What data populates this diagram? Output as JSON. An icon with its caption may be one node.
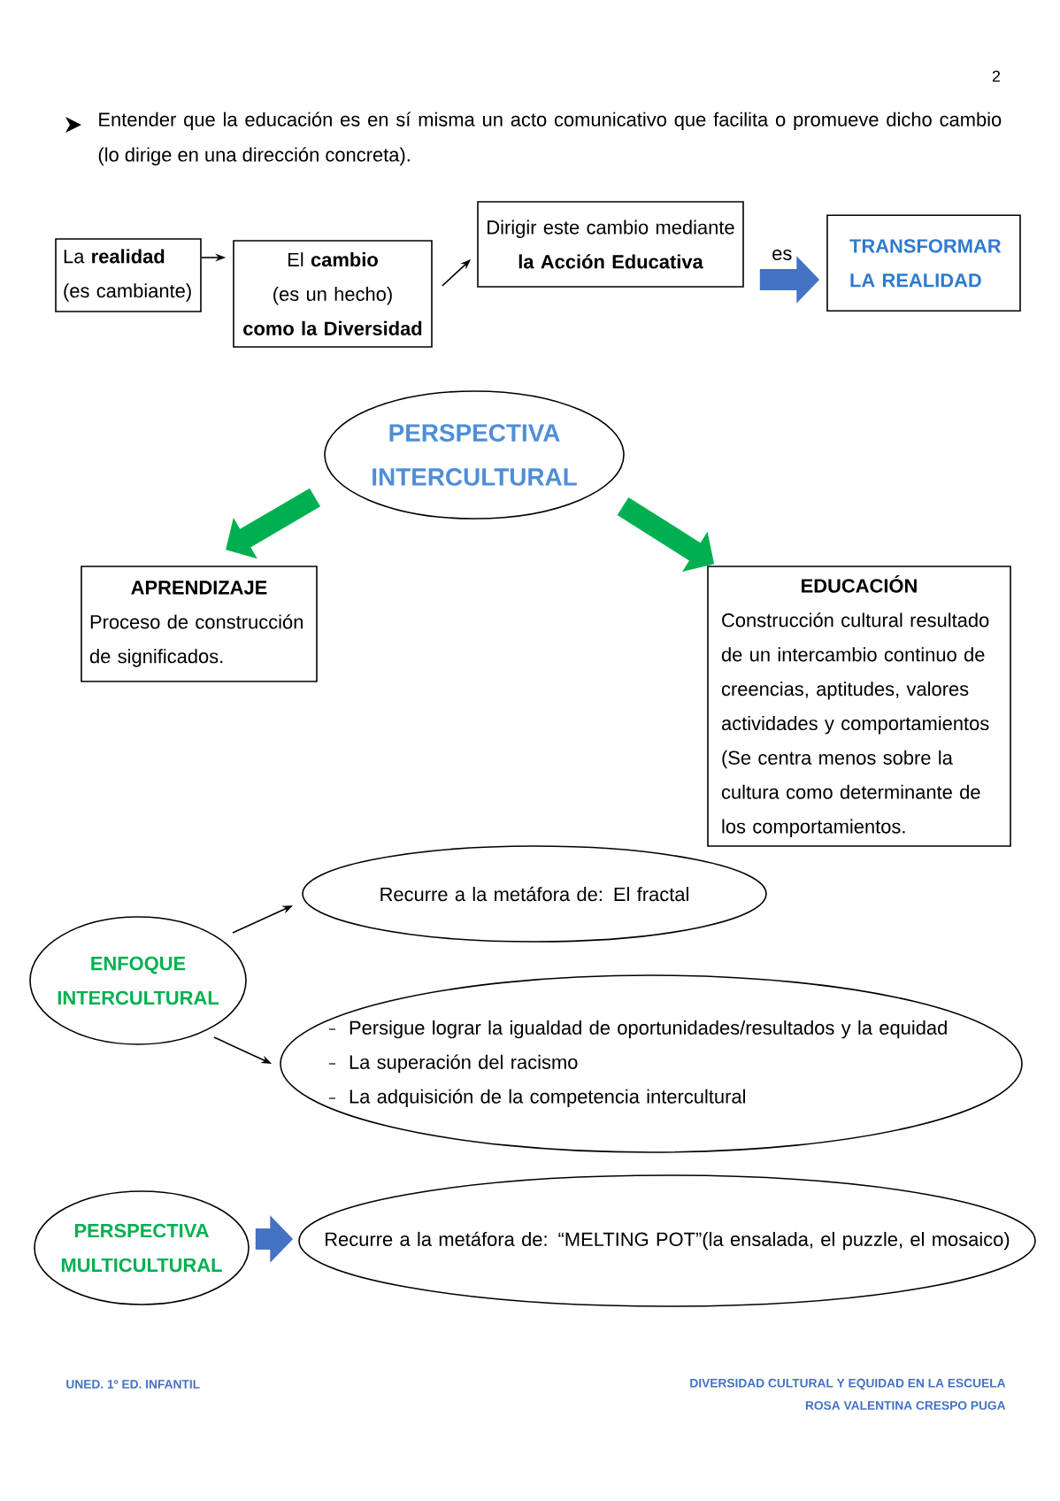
{
  "diagram": {
    "nodes": [
      {
        "text": [
          "La **realidad**",
          "(es cambiante)"
        ]
      },
      {
        "text": [
          "El **cambio**",
          "(es un hecho)",
          "como la Diversidad"
        ]
      },
      {
        "text": [
          "Dirigir este cambio mediante",
          "la Acción Educativa"
        ]
      },
      {
        "text": [
          "TRANSFORMAR LA REALIDAD"
        ]
      },
      {
        "text": [
          "PERSPECTIVA INTERCULTURAL"
        ]
      },
      {
        "text": [
          "APRENDIZAJE",
          "Proceso de construcción de significados."
        ]
      },
      {
        "text": [
          "EDUCACIÓN",
          "Construcción cultural resultado de un intercambio continuo de creencias, aptitudes, valores actividades y comportamientos (Se centra menos sobre la cultura como determinante de los comportamientos."
        ]
      },
      {
        "text": [
          "ENFOQUE INTERCULTURAL"
        ]
      },
      {
        "text": [
          "Recurre a la metáfora de: El fractal"
        ]
      },
      {
        "text": [
          "Persigue lograr la igualdad de oportunidades/resultados y la equidad",
          "La superación del racismo",
          "La adquisición de la competencia intercultural"
        ]
      },
      {
        "text": [
          "PERSPECTIVA MULTICULTURAL"
        ]
      },
      {
        "text": [
          "Recurre a la metáfora de: “MELTING POT”(la ensalada, el puzzle, el mosaico)"
        ]
      }
    ],
    "edges": [
      {
        "from": 0,
        "to": 1,
        "arrow": "to"
      },
      {
        "from": 1,
        "to": 2,
        "arrow": "to"
      },
      {
        "from": 2,
        "to": 3,
        "arrow": "to",
        "label": "es",
        "style": "thick",
        "color": "#4472c4"
      },
      {
        "from": 4,
        "to": 5,
        "arrow": "to",
        "style": "thick",
        "color": "#00b050"
      },
      {
        "from": 4,
        "to": 6,
        "arrow": "to",
        "style": "thick",
        "color": "#00b050"
      },
      {
        "from": 7,
        "to": 8,
        "arrow": "to"
      },
      {
        "from": 7,
        "to": 9,
        "arrow": "to"
      },
      {
        "from": 10,
        "to": 11,
        "arrow": "to",
        "style": "thick",
        "color": "#4472c4"
      }
    ],
    "labels": [
      "2",
      "Entender que la educación es en sí misma un acto comunicativo que facilita o promueve dicho cambio (lo dirige en una dirección concreta).",
      "UNED. 1º ED. INFANTIL",
      "DIVERSIDAD CULTURAL Y EQUIDAD EN LA ESCUELA",
      "ROSA VALENTINA CRESPO PUGA"
    ]
  }
}
